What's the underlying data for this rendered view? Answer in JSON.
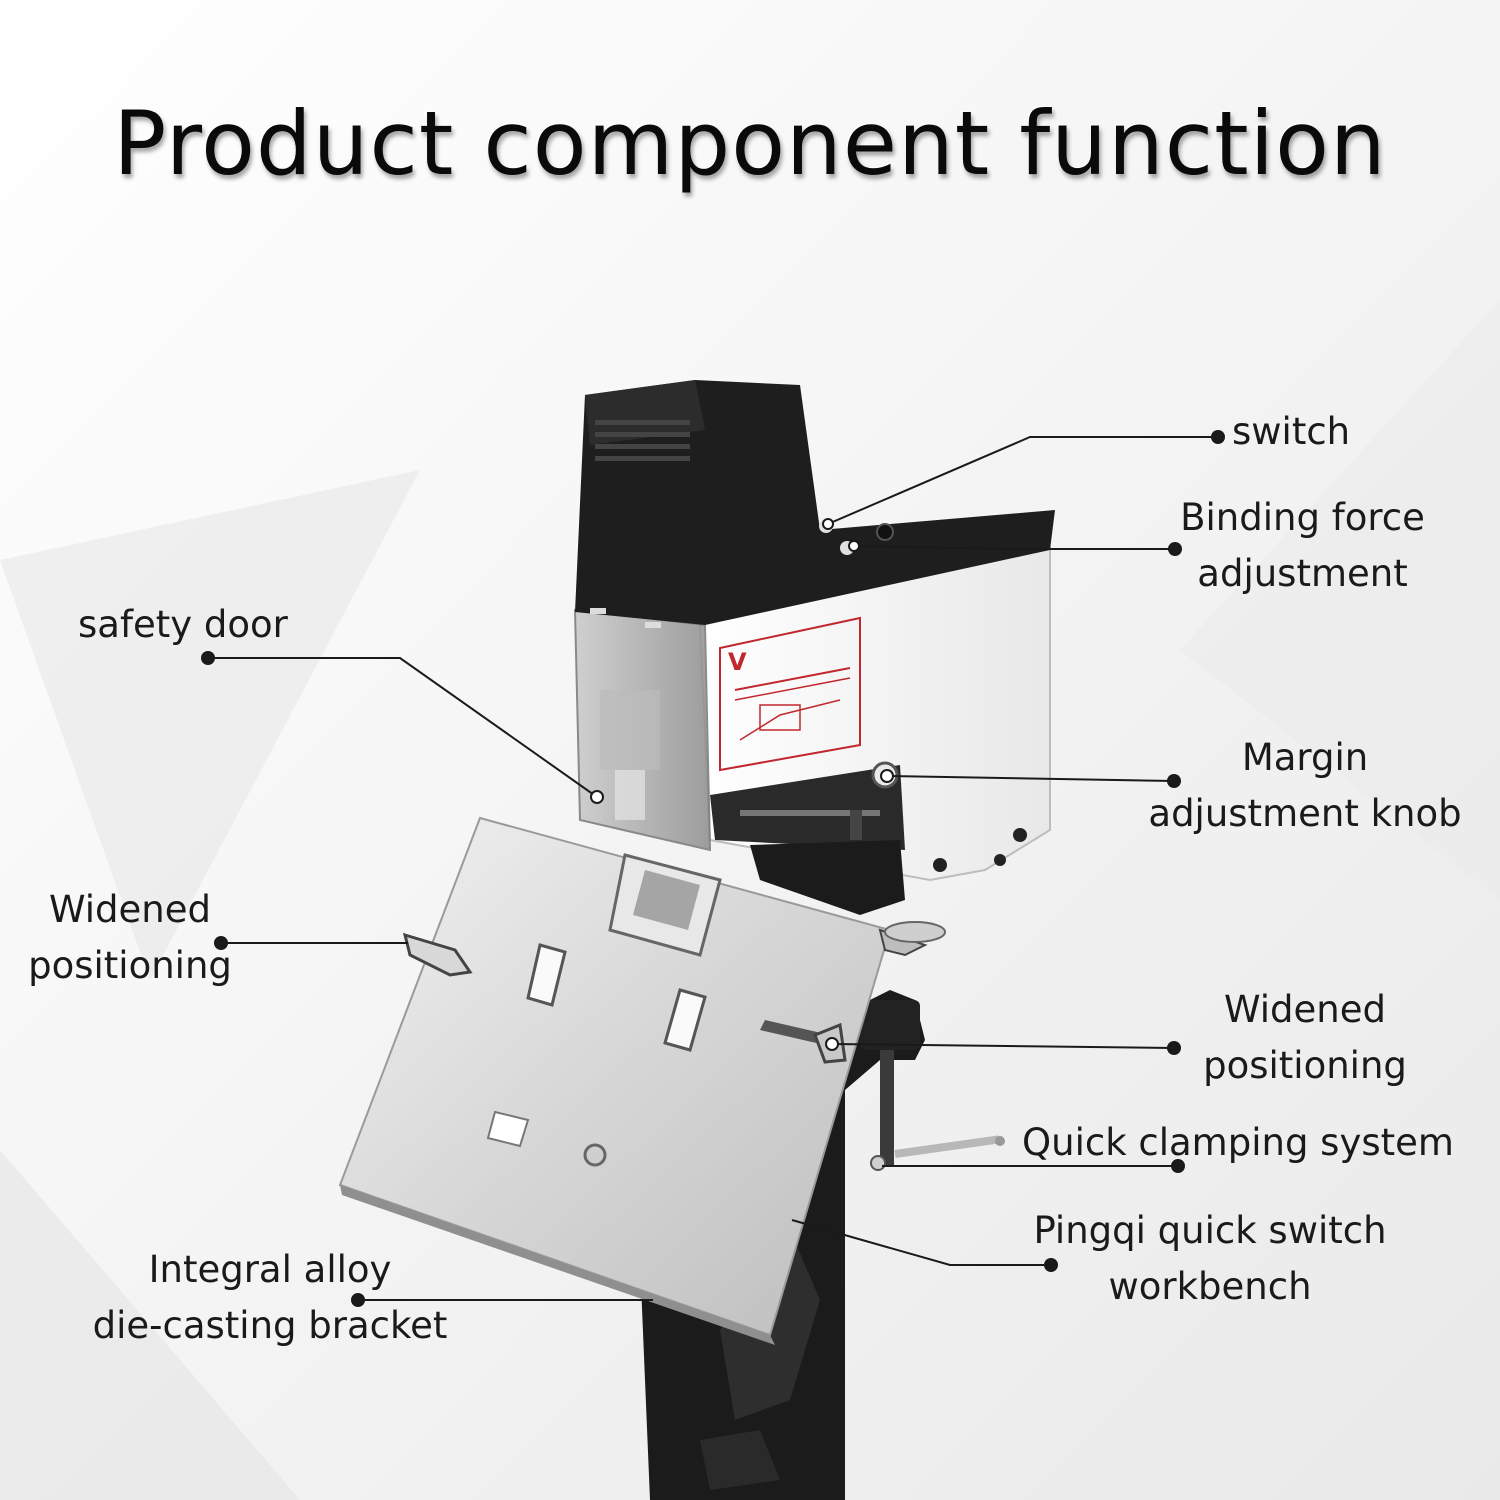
{
  "title": "Product component function",
  "labels": {
    "switch": "switch",
    "binding_force": [
      "Binding force",
      "adjustment"
    ],
    "safety_door": "safety door",
    "margin_knob": [
      "Margin",
      "adjustment knob"
    ],
    "widened_left": [
      "Widened",
      "positioning"
    ],
    "widened_right": [
      "Widened",
      "positioning"
    ],
    "quick_clamping": "Quick clamping system",
    "pingqi": [
      "Pingqi quick switch",
      "workbench"
    ],
    "bracket": [
      "Integral alloy",
      "die-casting bracket"
    ]
  },
  "colors": {
    "text": "#1a1a1a",
    "leader": "#1a1a1a",
    "body_black": "#1c1c1c",
    "housing_white": "#f4f4f4",
    "steel": "#d9d9d9",
    "label_red": "#c0282d"
  }
}
